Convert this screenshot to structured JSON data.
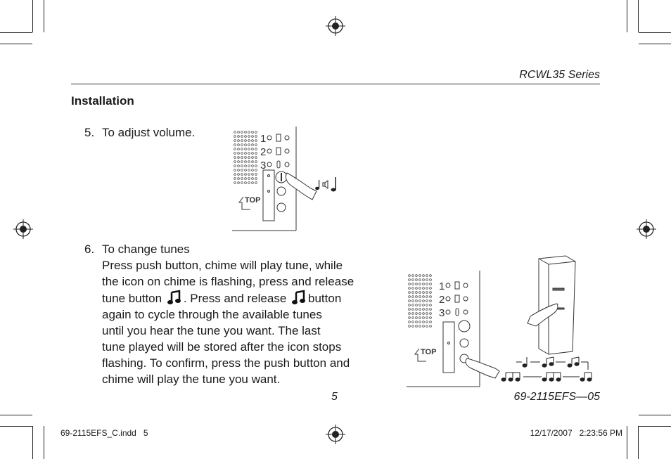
{
  "header": {
    "series": "RCWL35 Series"
  },
  "section_title": "Installation",
  "steps": [
    {
      "num": "5.",
      "text": "To adjust volume."
    },
    {
      "num": "6.",
      "title": "To change tunes",
      "lines": [
        "Press push button, chime will play tune, while",
        "the icon on chime is flashing, press and release",
        "tune button",
        ". Press and release",
        "button",
        "again to cycle through the available tunes",
        "until you hear the tune you want. The last",
        "tune played will be stored after the icon stops",
        "flashing. To confirm, press the push button and",
        "chime will play the tune you want."
      ]
    }
  ],
  "figure_labels": {
    "top_label": "TOP",
    "digits": [
      "1",
      "2",
      "3"
    ]
  },
  "footer": {
    "page": "5",
    "doc": "69-2115EFS—05"
  },
  "slug": {
    "file": "69-2115EFS_C.indd   5",
    "datetime": "12/17/2007   2:23:56 PM"
  },
  "icons": [
    "registration-mark-icon",
    "music-note-icon",
    "speaker-icon",
    "hand-pointer-icon"
  ]
}
